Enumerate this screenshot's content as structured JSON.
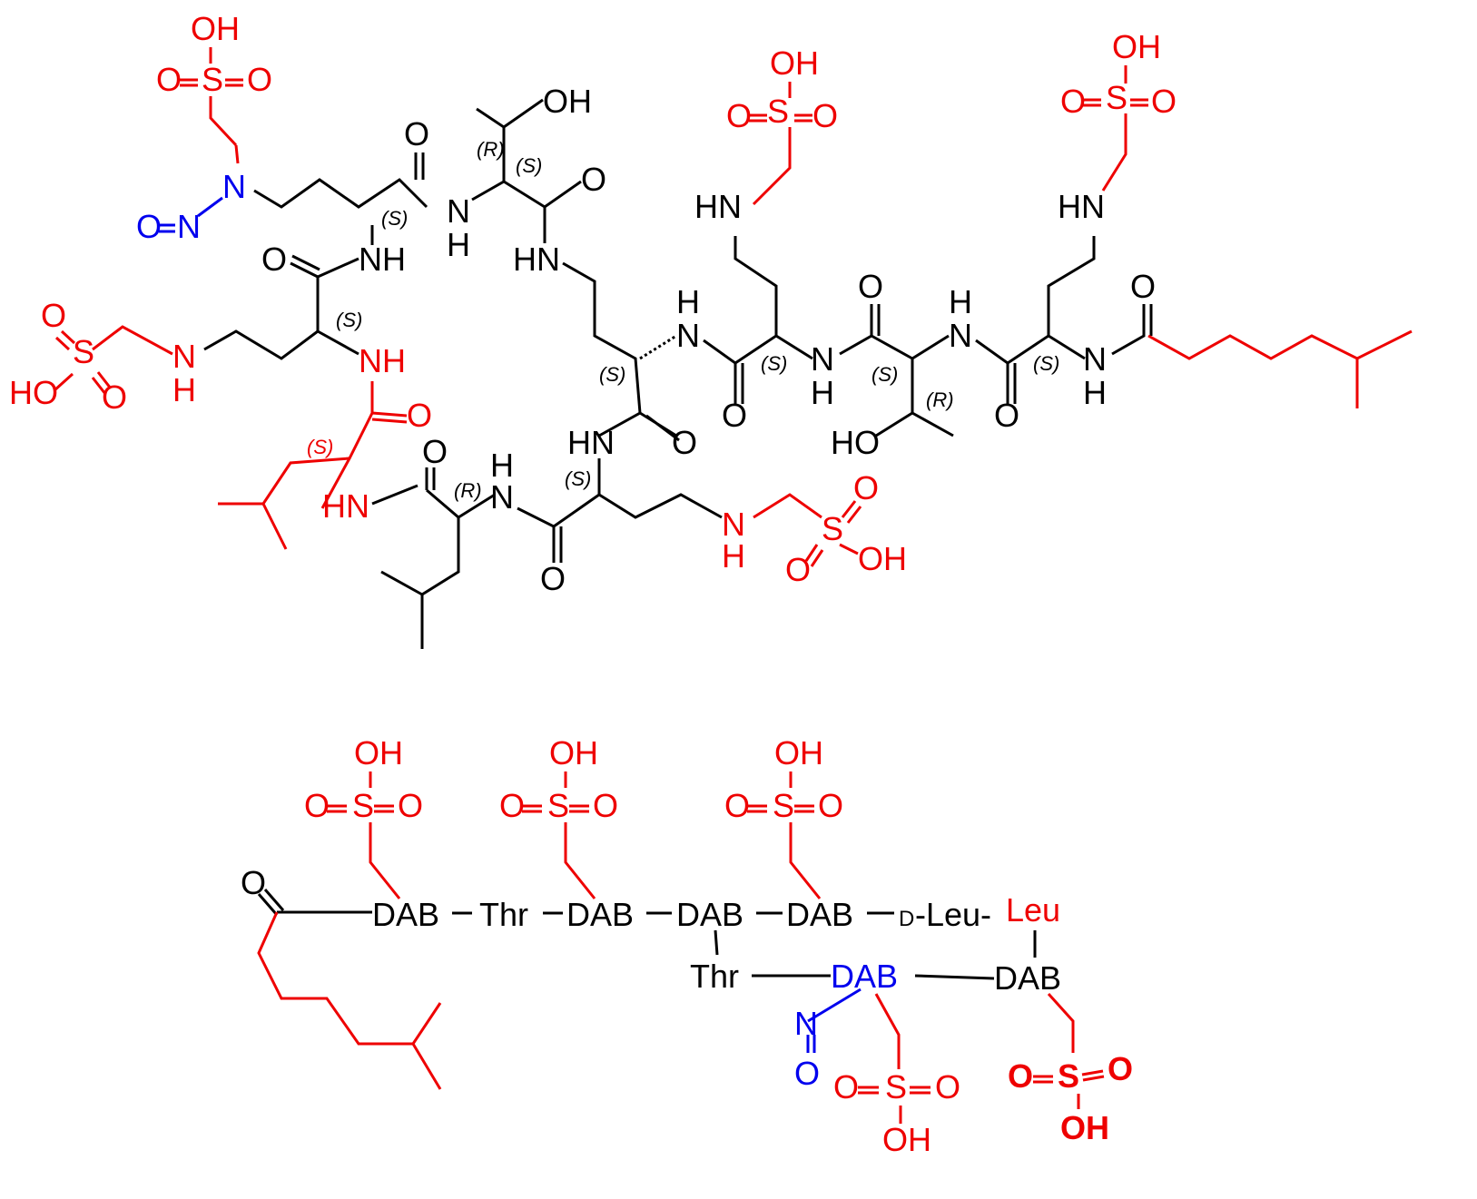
{
  "colors": {
    "backbone": "#000000",
    "sulfomethyl": "#ee0000",
    "nitroso": "#0000ee"
  },
  "atoms": {
    "oh": "OH",
    "o": "O",
    "s": "S",
    "n": "N",
    "nh": "NH",
    "hn": "HN",
    "h": "H",
    "ho": "HO"
  },
  "stereo": {
    "s": "(S)",
    "r": "(R)"
  },
  "sequence": {
    "residues_top": [
      "DAB",
      "Thr",
      "DAB",
      "DAB",
      "DAB"
    ],
    "d_prefix": "D",
    "dleu": "-Leu-",
    "leu": "Leu",
    "residues_bottom": [
      "Thr",
      "DAB",
      "DAB"
    ]
  }
}
